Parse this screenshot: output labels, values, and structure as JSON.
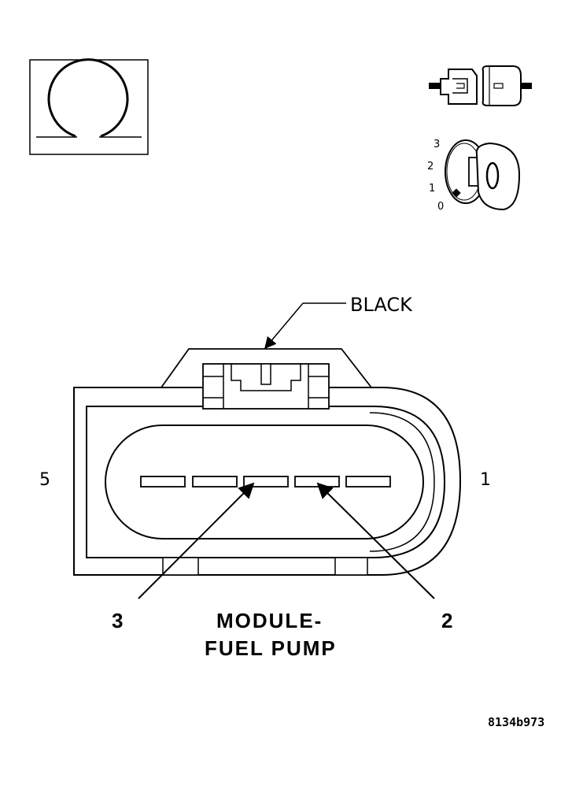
{
  "symbols": {
    "ohmmeter": "ohm-symbol",
    "disconnect": "connector-disconnect-icon",
    "ignition": "ignition-key-icon",
    "ignition_positions": [
      "3",
      "2",
      "1",
      "0"
    ]
  },
  "connector": {
    "color_label": "BLACK",
    "end_left": "5",
    "end_right": "1",
    "pin_callout_left": "3",
    "pin_callout_right": "2",
    "title_line1": "MODULE-",
    "title_line2": "FUEL PUMP"
  },
  "figure_id": "8134b973"
}
